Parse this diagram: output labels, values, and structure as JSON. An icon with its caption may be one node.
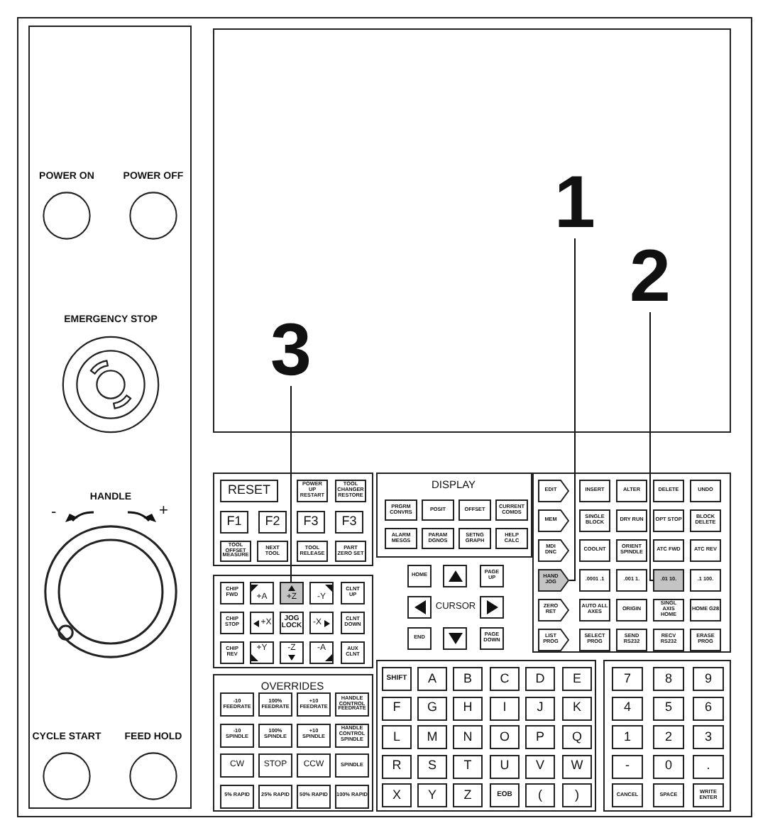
{
  "diagram": {
    "nodes": [
      {
        "text": [
          "POWER ON"
        ]
      },
      {
        "text": [
          "POWER OFF"
        ]
      },
      {
        "text": [
          "EMERGENCY STOP"
        ]
      },
      {
        "text": [
          "HANDLE"
        ],
        "beside": [
          "-",
          "+"
        ]
      },
      {
        "text": [
          "CYCLE START"
        ]
      },
      {
        "text": [
          "FEED HOLD"
        ]
      },
      {
        "text": [
          "1"
        ]
      },
      {
        "text": [
          "2"
        ]
      },
      {
        "text": [
          "3"
        ]
      },
      {
        "text": [
          "RESET"
        ]
      },
      {
        "text": [
          "POWER UP RESTART"
        ]
      },
      {
        "text": [
          "TOOL CHANGER RESTORE"
        ]
      },
      {
        "text": [
          "F1"
        ]
      },
      {
        "text": [
          "F2"
        ]
      },
      {
        "text": [
          "F3"
        ]
      },
      {
        "text": [
          "F3"
        ]
      },
      {
        "text": [
          "TOOL OFFSET MEASURE"
        ]
      },
      {
        "text": [
          "NEXT TOOL"
        ]
      },
      {
        "text": [
          "TOOL RELEASE"
        ]
      },
      {
        "text": [
          "PART ZERO SET"
        ]
      },
      {
        "text": [
          "DISPLAY"
        ]
      },
      {
        "text": [
          "PRGRM CONVRS"
        ],
        "in": 20
      },
      {
        "text": [
          "POSIT"
        ],
        "in": 20
      },
      {
        "text": [
          "OFFSET"
        ],
        "in": 20
      },
      {
        "text": [
          "CURRENT COMDS"
        ],
        "in": 20
      },
      {
        "text": [
          "ALARM MESGS"
        ],
        "in": 20
      },
      {
        "text": [
          "PARAM DGNOS"
        ],
        "in": 20
      },
      {
        "text": [
          "SETNG GRAPH"
        ],
        "in": 20
      },
      {
        "text": [
          "HELP CALC"
        ],
        "in": 20
      },
      {
        "text": [
          "EDIT"
        ]
      },
      {
        "text": [
          "INSERT"
        ]
      },
      {
        "text": [
          "ALTER"
        ]
      },
      {
        "text": [
          "DELETE"
        ]
      },
      {
        "text": [
          "UNDO"
        ]
      },
      {
        "text": [
          "MEM"
        ]
      },
      {
        "text": [
          "SINGLE BLOCK"
        ]
      },
      {
        "text": [
          "DRY RUN"
        ]
      },
      {
        "text": [
          "OPT STOP"
        ]
      },
      {
        "text": [
          "BLOCK DELETE"
        ]
      },
      {
        "text": [
          "MDI DNC"
        ]
      },
      {
        "text": [
          "COOLNT"
        ]
      },
      {
        "text": [
          "ORIENT SPINDLE"
        ]
      },
      {
        "text": [
          "ATC FWD"
        ]
      },
      {
        "text": [
          "ATC REV"
        ]
      },
      {
        "text": [
          "HAND JOG"
        ]
      },
      {
        "text": [
          ".0001 .1"
        ]
      },
      {
        "text": [
          ".001 1."
        ]
      },
      {
        "text": [
          ".01 10."
        ]
      },
      {
        "text": [
          ".1 100."
        ]
      },
      {
        "text": [
          "ZERO RET"
        ]
      },
      {
        "text": [
          "AUTO ALL AXES"
        ]
      },
      {
        "text": [
          "ORIGIN"
        ]
      },
      {
        "text": [
          "SINGL AXIS HOME"
        ]
      },
      {
        "text": [
          "HOME G28"
        ]
      },
      {
        "text": [
          "LIST PROG"
        ]
      },
      {
        "text": [
          "SELECT PROG"
        ]
      },
      {
        "text": [
          "SEND RS232"
        ]
      },
      {
        "text": [
          "RECV RS232"
        ]
      },
      {
        "text": [
          "ERASE PROG"
        ]
      },
      {
        "text": [
          "CHIP FWD"
        ]
      },
      {
        "text": [
          "+A"
        ]
      },
      {
        "text": [
          "+Z"
        ]
      },
      {
        "text": [
          "-Y"
        ]
      },
      {
        "text": [
          "CLNT UP"
        ]
      },
      {
        "text": [
          "CHIP STOP"
        ]
      },
      {
        "text": [
          "+X"
        ]
      },
      {
        "text": [
          "JOG LOCK"
        ]
      },
      {
        "text": [
          "-X"
        ]
      },
      {
        "text": [
          "CLNT DOWN"
        ]
      },
      {
        "text": [
          "CHIP REV"
        ]
      },
      {
        "text": [
          "+Y"
        ]
      },
      {
        "text": [
          "-Z"
        ]
      },
      {
        "text": [
          "-A"
        ]
      },
      {
        "text": [
          "AUX CLNT"
        ]
      },
      {
        "text": [
          "HOME"
        ]
      },
      {
        "text": [],
        "shape": "box"
      },
      {
        "text": [
          "PAGE UP"
        ]
      },
      {
        "text": [],
        "shape": "box"
      },
      {
        "text": [],
        "shape": "box"
      },
      {
        "text": [
          "END"
        ]
      },
      {
        "text": [],
        "shape": "box"
      },
      {
        "text": [
          "PAGE DOWN"
        ]
      },
      {
        "text": [
          "SHIFT"
        ]
      },
      {
        "text": [
          "A"
        ]
      },
      {
        "text": [
          "B"
        ]
      },
      {
        "text": [
          "C"
        ]
      },
      {
        "text": [
          "D"
        ]
      },
      {
        "text": [
          "E"
        ]
      },
      {
        "text": [
          "F"
        ]
      },
      {
        "text": [
          "G"
        ]
      },
      {
        "text": [
          "H"
        ]
      },
      {
        "text": [
          "I"
        ]
      },
      {
        "text": [
          "J"
        ]
      },
      {
        "text": [
          "K"
        ]
      },
      {
        "text": [
          "L"
        ]
      },
      {
        "text": [
          "M"
        ]
      },
      {
        "text": [
          "N"
        ]
      },
      {
        "text": [
          "O"
        ]
      },
      {
        "text": [
          "P"
        ]
      },
      {
        "text": [
          "Q"
        ]
      },
      {
        "text": [
          "R"
        ]
      },
      {
        "text": [
          "S"
        ]
      },
      {
        "text": [
          "T"
        ]
      },
      {
        "text": [
          "U"
        ]
      },
      {
        "text": [
          "V"
        ]
      },
      {
        "text": [
          "W"
        ]
      },
      {
        "text": [
          "X"
        ]
      },
      {
        "text": [
          "Y"
        ]
      },
      {
        "text": [
          "Z"
        ]
      },
      {
        "text": [
          "EOB"
        ]
      },
      {
        "text": [
          "("
        ]
      },
      {
        "text": [
          ")"
        ]
      },
      {
        "text": [
          "OVERRIDES"
        ]
      },
      {
        "text": [
          "-10 FEEDRATE"
        ],
        "in": 112
      },
      {
        "text": [
          "100% FEEDRATE"
        ],
        "in": 112
      },
      {
        "text": [
          "+10 FEEDRATE"
        ],
        "in": 112
      },
      {
        "text": [
          "HANDLE CONTROL FEEDRATE"
        ],
        "in": 112
      },
      {
        "text": [
          "-10 SPINDLE"
        ],
        "in": 112
      },
      {
        "text": [
          "100% SPINDLE"
        ],
        "in": 112
      },
      {
        "text": [
          "+10 SPINDLE"
        ],
        "in": 112
      },
      {
        "text": [
          "HANDLE CONTROL SPINDLE"
        ],
        "in": 112
      },
      {
        "text": [
          "CW"
        ],
        "in": 112
      },
      {
        "text": [
          "STOP"
        ],
        "in": 112
      },
      {
        "text": [
          "CCW"
        ],
        "in": 112
      },
      {
        "text": [
          "SPINDLE"
        ],
        "in": 112
      },
      {
        "text": [
          "5% RAPID"
        ],
        "in": 112
      },
      {
        "text": [
          "25% RAPID"
        ],
        "in": 112
      },
      {
        "text": [
          "50% RAPID"
        ],
        "in": 112
      },
      {
        "text": [
          "100% RAPID"
        ],
        "in": 112
      },
      {
        "text": [
          "7"
        ]
      },
      {
        "text": [
          "8"
        ]
      },
      {
        "text": [
          "9"
        ]
      },
      {
        "text": [
          "4"
        ]
      },
      {
        "text": [
          "5"
        ]
      },
      {
        "text": [
          "6"
        ]
      },
      {
        "text": [
          "1"
        ]
      },
      {
        "text": [
          "2"
        ]
      },
      {
        "text": [
          "3"
        ]
      },
      {
        "text": [
          "-"
        ]
      },
      {
        "text": [
          "0"
        ]
      },
      {
        "text": [
          "."
        ]
      },
      {
        "text": [
          "CANCEL"
        ]
      },
      {
        "text": [
          "SPACE"
        ]
      },
      {
        "text": [
          "WRITE ENTER"
        ]
      }
    ],
    "edges": [
      {
        "from": 6,
        "to": 44,
        "arrow": "none"
      },
      {
        "from": 7,
        "to": 47,
        "arrow": "none"
      },
      {
        "from": 8,
        "to": 61,
        "arrow": "none"
      }
    ],
    "labels": [
      "CURSOR"
    ]
  }
}
